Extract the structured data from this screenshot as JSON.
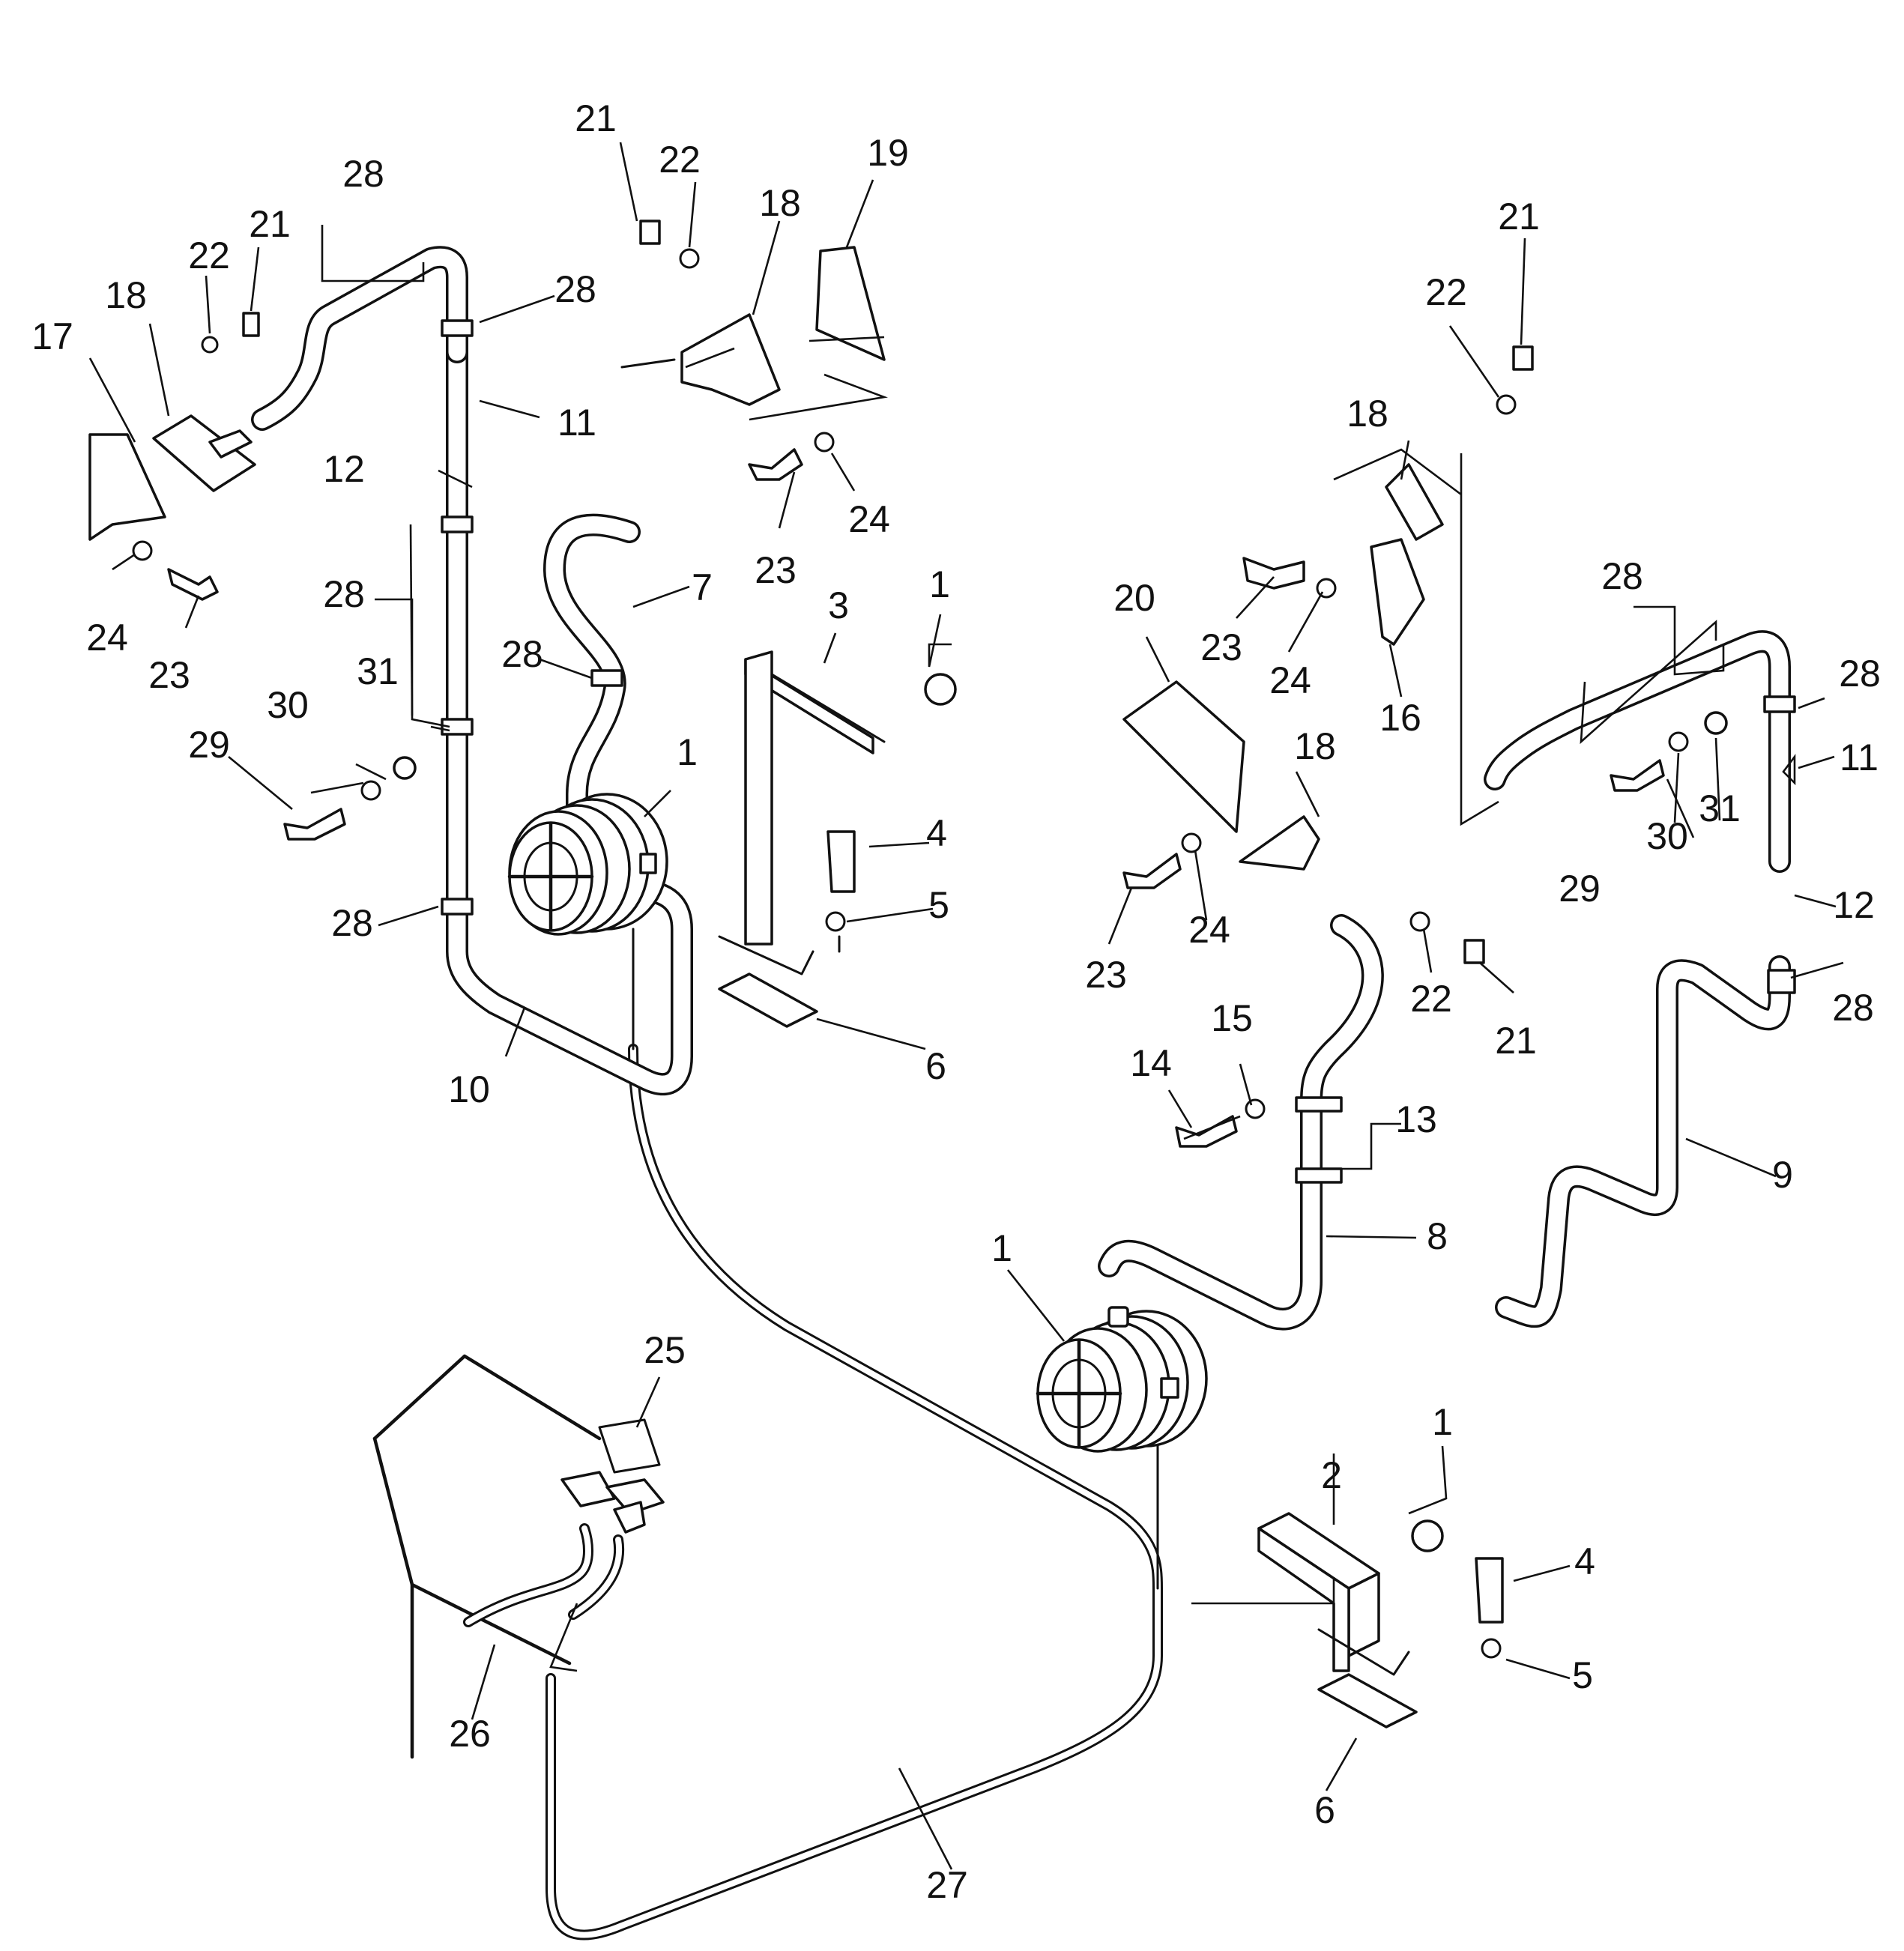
{
  "labels": {
    "L17": "17",
    "L18a": "18",
    "L22a": "22",
    "L21a": "21",
    "L28a": "28",
    "L28b": "28",
    "L11a": "11",
    "L12a": "12",
    "L24a": "24",
    "L23a": "23",
    "L28c": "28",
    "L31a": "31",
    "L30a": "30",
    "L29a": "29",
    "L28d": "28",
    "L10": "10",
    "L7": "7",
    "L28e": "28",
    "L1a": "1",
    "L21b": "21",
    "L22b": "22",
    "L18b": "18",
    "L19": "19",
    "L23b": "23",
    "L24b": "24",
    "L3": "3",
    "L1b": "1",
    "L4a": "4",
    "L5a": "5",
    "L6a": "6",
    "L21c": "21",
    "L22c": "22",
    "L18c": "18",
    "L23c": "23",
    "L24c": "24",
    "L16": "16",
    "L20": "20",
    "L18d": "18",
    "L28f": "28",
    "L28g": "28",
    "L11b": "11",
    "L31b": "31",
    "L30b": "30",
    "L29b": "29",
    "L12b": "12",
    "L28h": "28",
    "L23d": "23",
    "L24d": "24",
    "L22d": "22",
    "L21d": "21",
    "L15": "15",
    "L14": "14",
    "L13": "13",
    "L9": "9",
    "L8": "8",
    "L1c": "1",
    "L25": "25",
    "L2": "2",
    "L1d": "1",
    "L4b": "4",
    "L5b": "5",
    "L26": "26",
    "L6b": "6",
    "L27": "27"
  }
}
